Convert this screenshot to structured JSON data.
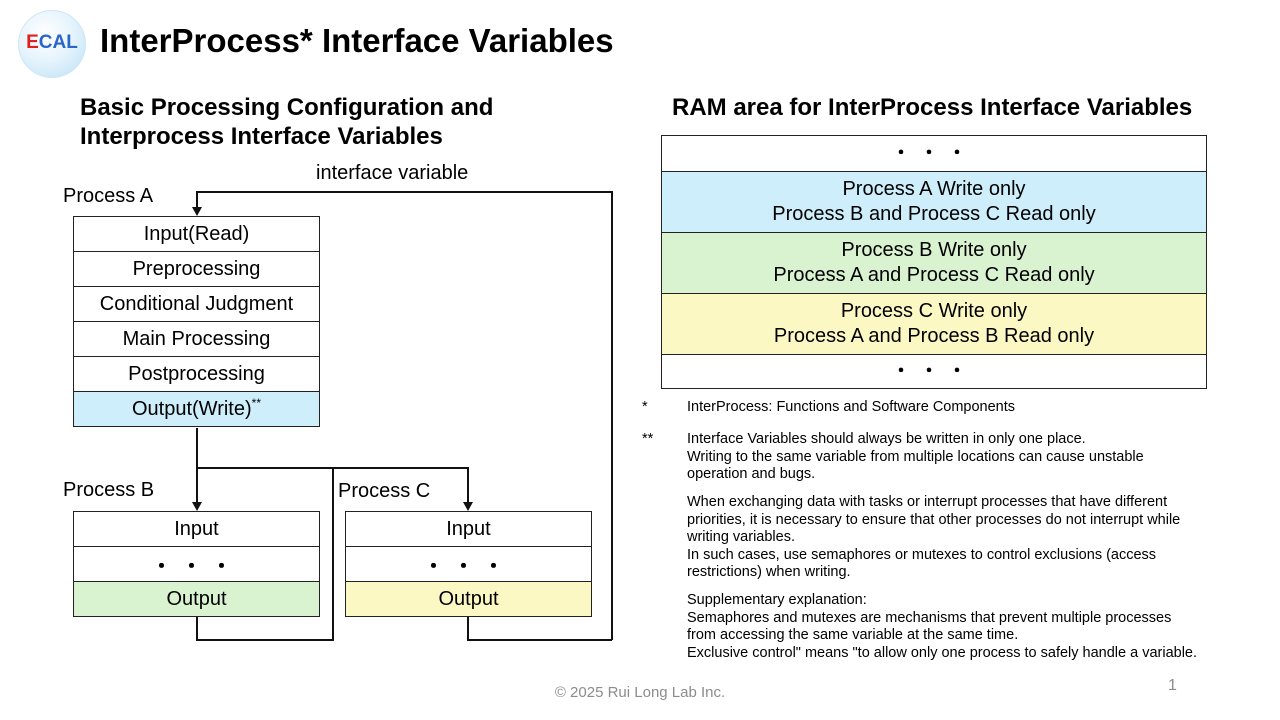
{
  "logo": {
    "letters": [
      "E",
      "C",
      "A",
      "L"
    ]
  },
  "title": "InterProcess* Interface Variables",
  "left": {
    "heading_line1": "Basic Processing Configuration and",
    "heading_line2": "Interprocess Interface Variables",
    "interface_variable_label": "interface variable",
    "process_a": {
      "label": "Process A",
      "steps": [
        "Input(Read)",
        "Preprocessing",
        "Conditional Judgment",
        "Main Processing",
        "Postprocessing"
      ],
      "output": "Output(Write)",
      "output_mark": "**"
    },
    "process_b": {
      "label": "Process B",
      "input": "Input",
      "dots": "・・・",
      "output": "Output"
    },
    "process_c": {
      "label": "Process C",
      "input": "Input",
      "dots": "・・・",
      "output": "Output"
    }
  },
  "right": {
    "heading": "RAM area for InterProcess Interface Variables",
    "ram_rows": [
      {
        "line1": "・・・",
        "line2": ""
      },
      {
        "line1": "Process A Write only",
        "line2": "Process B and Process C Read only"
      },
      {
        "line1": "Process B Write only",
        "line2": "Process A and Process C Read only"
      },
      {
        "line1": "Process C Write only",
        "line2": "Process A and Process B Read only"
      },
      {
        "line1": "・・・",
        "line2": ""
      }
    ],
    "notes": {
      "n1_mark": "*",
      "n1_text": "InterProcess: Functions and Software Components",
      "n2_mark": "**",
      "n2_lines": [
        "Interface Variables should always be written in only one place.",
        "Writing to the same variable from multiple locations can cause unstable",
        "operation and bugs."
      ],
      "n3_lines": [
        "When exchanging data with tasks or interrupt processes that have different",
        "priorities, it is necessary to ensure that other processes do not interrupt while",
        "writing variables.",
        "In such cases, use semaphores or mutexes to control exclusions (access",
        "restrictions) when writing."
      ],
      "n4_lines": [
        "Supplementary explanation:",
        "Semaphores and mutexes are mechanisms that prevent multiple processes",
        "from accessing the same variable at the same time.",
        "Exclusive control\" means \"to allow only one process to safely handle a variable."
      ]
    }
  },
  "footer": "© 2025 Rui Long Lab Inc.",
  "page_number": "1"
}
